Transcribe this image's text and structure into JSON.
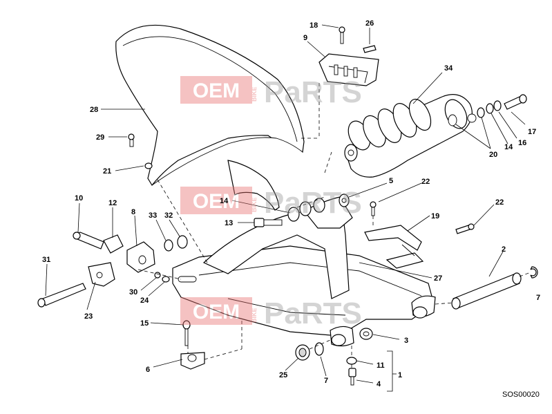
{
  "diagram": {
    "code": "SOS00020",
    "watermark": {
      "left": "OEM",
      "middle": "BIKE",
      "right": "PaRTS"
    },
    "callouts": {
      "c1": "1",
      "c2": "2",
      "c3": "3",
      "c4": "4",
      "c5": "5",
      "c6": "6",
      "c7a": "7",
      "c7b": "7",
      "c8": "8",
      "c9": "9",
      "c10": "10",
      "c11": "11",
      "c12": "12",
      "c13": "13",
      "c14a": "14",
      "c14b": "14",
      "c15": "15",
      "c16": "16",
      "c17": "17",
      "c18": "18",
      "c19": "19",
      "c20": "20",
      "c21": "21",
      "c22a": "22",
      "c22b": "22",
      "c23": "23",
      "c24": "24",
      "c25": "25",
      "c26": "26",
      "c27": "27",
      "c28": "28",
      "c29": "29",
      "c30": "30",
      "c31": "31",
      "c32": "32",
      "c33": "33",
      "c34": "34"
    }
  }
}
